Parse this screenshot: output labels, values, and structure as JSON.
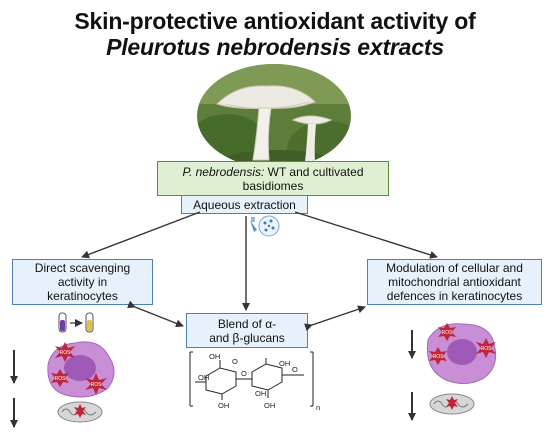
{
  "title": {
    "line1": "Skin-protective antioxidant activity of",
    "line2": "Pleurotus nebrodensis extracts"
  },
  "source_box": {
    "species": "P. nebrodensis:",
    "rest": " WT and cultivated basidiomes"
  },
  "extraction_box": {
    "label": "Aqueous extraction"
  },
  "left_box": {
    "label": "Direct scavenging activity in keratinocytes"
  },
  "center_box": {
    "label": "Blend of α- and β-glucans"
  },
  "right_box": {
    "label": "Modulation of cellular and mitochondrial antioxidant defences in keratinocytes"
  },
  "glucan_structure": {
    "oh_labels": [
      "OH",
      "OH",
      "OH",
      "OH",
      "OH",
      "OH"
    ],
    "o_labels": [
      "O",
      "O",
      "O"
    ],
    "subscript": "n"
  },
  "ros_labels": [
    "ROS",
    "ROS",
    "ROS",
    "ROS",
    "ROS",
    "ROS"
  ],
  "colors": {
    "green_box_fill": "#dff0d2",
    "green_box_border": "#5e8c3a",
    "blue_box_fill": "#e7f1fb",
    "blue_box_border": "#4f7fb5",
    "cell_purple": "#c98fd6",
    "ros_red": "#c0263a",
    "arrow": "#333333"
  }
}
